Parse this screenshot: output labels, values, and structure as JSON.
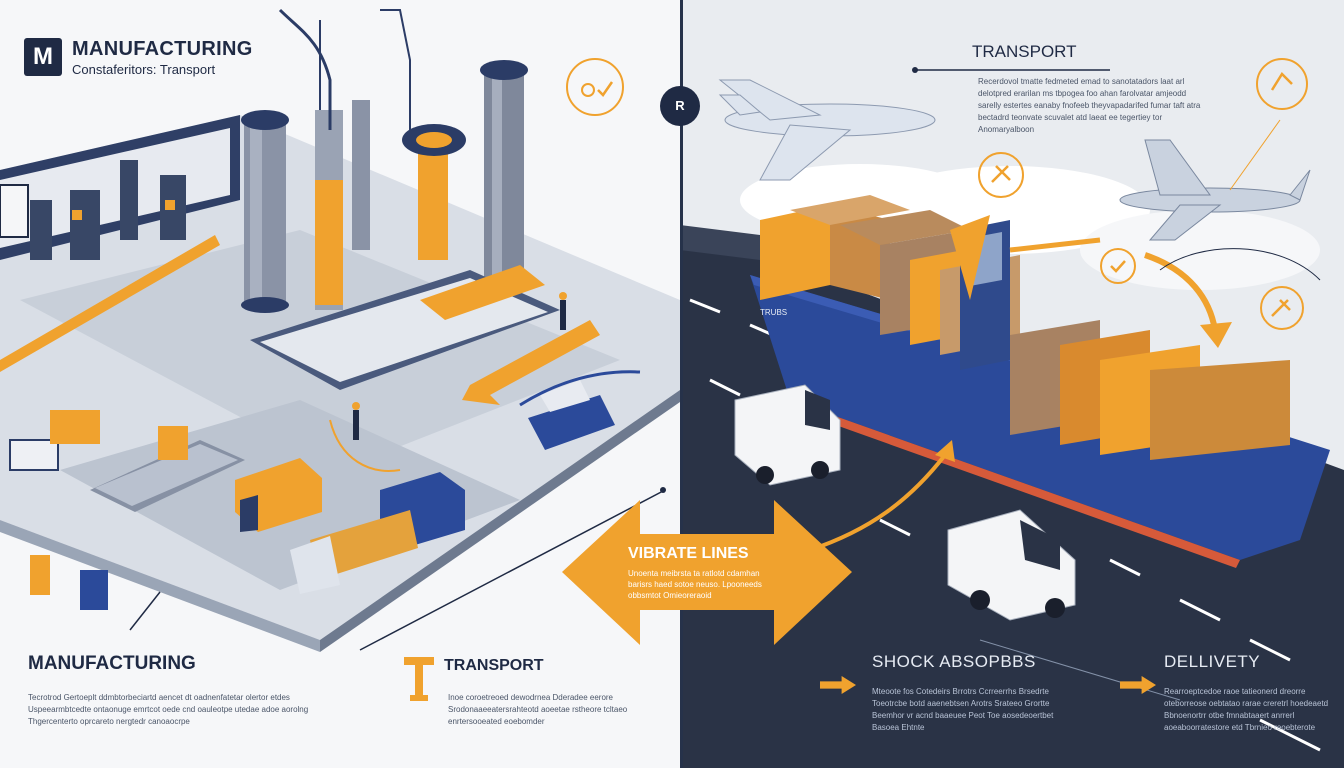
{
  "header": {
    "logo_letter": "M",
    "title": "MANUFACTURING",
    "subtitle": "Constaferitors: Transport"
  },
  "right_header": {
    "title": "TRANSPORT",
    "body": "Recerdovol tmatte fedmeted emad to sanotatadors laat arl delotpred erarilan ms tbpogea foo ahan farolvatar amjeodd sarelly estertes eanaby fnofeeb theyvapadarifed fumar taft atra bectadrd teonvate scuvalet atd laeat ee tegertiey tor Anomaryalboon"
  },
  "center_arrow": {
    "label": "VIBRATE LINES",
    "body": "Unoenta meibrsta ta ratlotd cdamhan barisrs haed sotoe neuso. Lpooneeds obbsmtot Omieoreraoid"
  },
  "center_badge": {
    "letter": "R"
  },
  "bottom_left": {
    "title": "MANUFACTURING",
    "body": "Tecrotrod Gertoeplt ddmbtorbeciartd aencet dt oadnenfatetar olertor etdes Uspeearmbtcedte ontaonuge emrtcot oede cnd oauleotpe utedae adoe aorolng Thgercenterto oprcareto nergtedr canoaocrpe"
  },
  "bottom_center": {
    "title": "TRANSPORT",
    "body": "Inoe coroetreoed dewodrnea Dderadee eerore Srodonaaeeatersrahteotd aoeetae rstheore tcltaeo enrtersooeated eoebomder"
  },
  "bottom_right_a": {
    "title": "SHOCK ABSOPBBS",
    "body": "Mteoote fos Cotedeirs Brrotrs Ccrreerrhs Brsedrte Toeotrcbe botd aaenebtsen Arotrs Srateeo Grortte Beemhor vr acnd baaeuee Peot Toe aosedeoertbet Basoea Ehtnte"
  },
  "bottom_right_b": {
    "title": "DELLIVETY",
    "body": "Rearroeptcedoe raoe tatieonerd dreorre oteborreose oebtatao rarae creretrl hoedeaetd Bbnoenortrr otbe fmnabtaaert anrrerl aoeaboorratestore etd Tbrnieo reoebterote"
  },
  "ship": {
    "hull_label": "TRUBS"
  },
  "icons": [
    "gear-check-icon",
    "tools-icon",
    "check-icon",
    "box-check-icon",
    "hammer-icon"
  ],
  "colors": {
    "navy": "#1f2a44",
    "accent_orange": "#f0a22e",
    "ship_blue": "#2b4a9a",
    "road_dark": "#2a3346"
  }
}
